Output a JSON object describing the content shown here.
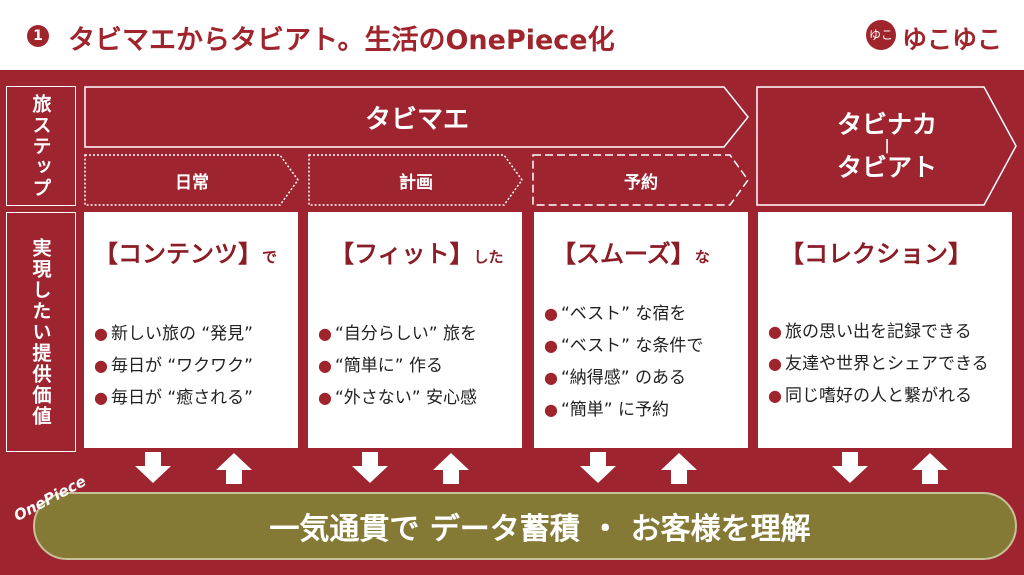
{
  "header": {
    "number": "1",
    "title": "タビマエからタビアト。生活のOnePiece化",
    "logo_mark": "ゆこ",
    "logo_text": "ゆこゆこ"
  },
  "side_labels": {
    "steps": "旅ステップ",
    "values": "実現したい提供価値"
  },
  "steps": {
    "tabimae": "タビマエ",
    "tabinaka": "タビナカ",
    "separator": "|",
    "tabiato": "タビアト",
    "sub": [
      "日常",
      "計画",
      "予約"
    ]
  },
  "cards": [
    {
      "title": "【コンテンツ】",
      "suffix": "で",
      "items": [
        "新しい旅の “発見”",
        "毎日が “ワクワク”",
        "毎日が “癒される”"
      ]
    },
    {
      "title": "【フィット】",
      "suffix": "した",
      "items": [
        "“自分らしい” 旅を",
        "“簡単に” 作る",
        "“外さない” 安心感"
      ]
    },
    {
      "title": "【スムーズ】",
      "suffix": "な",
      "items": [
        "“ベスト” な宿を",
        "“ベスト” な条件で",
        "“納得感” のある",
        "“簡単” に予約"
      ]
    },
    {
      "title": "【コレクション】",
      "suffix": "",
      "items": [
        "旅の思い出を記録できる",
        "友達や世界とシェアできる",
        "同じ嗜好の人と繋がれる"
      ]
    }
  ],
  "bullet": "●",
  "footer": {
    "badge": "OnePiece",
    "text": "一気通貫で データ蓄積 ・ お客様を理解"
  },
  "colors": {
    "brand": "#a0242c",
    "band": "#9e2530",
    "pill": "#847a36"
  }
}
